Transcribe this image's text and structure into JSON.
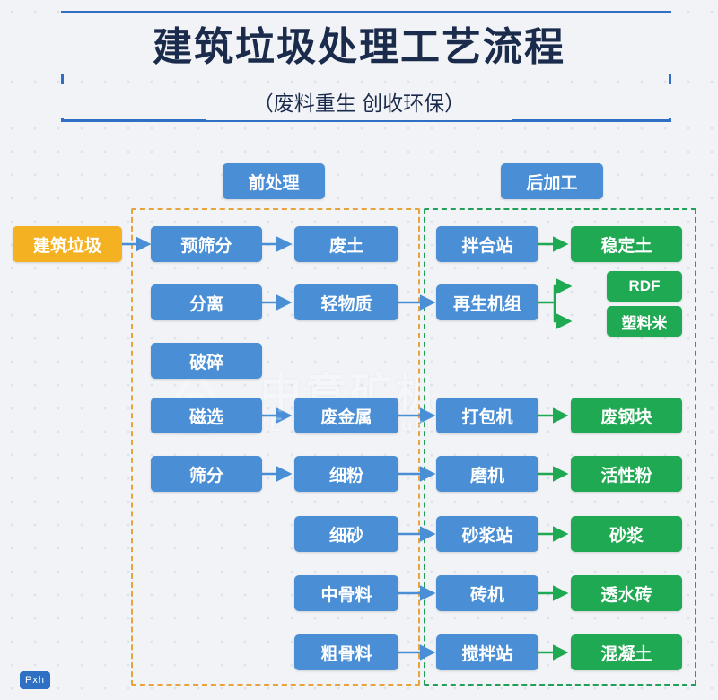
{
  "header": {
    "title": "建筑垃圾处理工艺流程",
    "subtitle": "（废料重生  创收环保）"
  },
  "sections": [
    {
      "key": "pre",
      "label": "前处理"
    },
    {
      "key": "post",
      "label": "后加工"
    }
  ],
  "source_node": {
    "label": "建筑垃圾"
  },
  "columns": {
    "process": [
      {
        "label": "预筛分"
      },
      {
        "label": "分离"
      },
      {
        "label": "破碎"
      },
      {
        "label": "磁选"
      },
      {
        "label": "筛分"
      }
    ],
    "materials": [
      {
        "label": "废土"
      },
      {
        "label": "轻物质"
      },
      {
        "label": "废金属"
      },
      {
        "label": "细粉"
      },
      {
        "label": "细砂"
      },
      {
        "label": "中骨料"
      },
      {
        "label": "粗骨料"
      }
    ],
    "equipment": [
      {
        "label": "拌合站"
      },
      {
        "label": "再生机组"
      },
      {
        "label": "打包机"
      },
      {
        "label": "磨机"
      },
      {
        "label": "砂浆站"
      },
      {
        "label": "砖机"
      },
      {
        "label": "搅拌站"
      }
    ],
    "products": [
      {
        "label": "稳定土"
      },
      {
        "label": "RDF"
      },
      {
        "label": "塑料米"
      },
      {
        "label": "废钢块"
      },
      {
        "label": "活性粉"
      },
      {
        "label": "砂浆"
      },
      {
        "label": "透水砖"
      },
      {
        "label": "混凝土"
      }
    ]
  },
  "watermark": {
    "line1": "中意矿机",
    "line2": "ZOONYE  ZhongYi Kuangji"
  },
  "badge": {
    "label": "Pxh"
  },
  "colors": {
    "blue": "#4a8fd6",
    "green": "#1fa952",
    "yellow": "#f4b223",
    "frame": "#2f6fc4",
    "dash_pre": "#e8a33d",
    "dash_post": "#22a05a",
    "background": "#f2f3f7",
    "title_text": "#1b2b4b"
  }
}
